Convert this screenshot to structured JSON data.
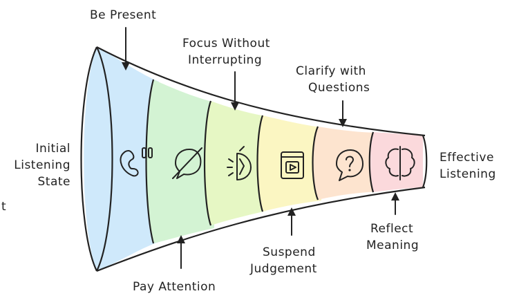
{
  "diagram": {
    "stages": [
      {
        "label": "Be Present",
        "icon": "person-pause-icon",
        "color": "#cfe9fb"
      },
      {
        "label": "Pay Attention",
        "icon": "no-chat-icon",
        "color": "#d3f3d3"
      },
      {
        "label": "Focus Without Interrupting",
        "icon": "lemon-slice-icon",
        "color": "#e6f7c4"
      },
      {
        "label": "Suspend Judgement",
        "icon": "video-book-icon",
        "color": "#fbf6c2"
      },
      {
        "label": "Clarify with Questions",
        "icon": "question-chat-icon",
        "color": "#fde4cf"
      },
      {
        "label": "Reflect Meaning",
        "icon": "brain-split-icon",
        "color": "#fbd9dc"
      }
    ],
    "start_label": [
      "Initial",
      "Listening",
      "State"
    ],
    "end_label": [
      "Effective",
      "Listening"
    ],
    "callouts": {
      "be_present": [
        "Be Present"
      ],
      "focus": [
        "Focus Without",
        "Interrupting"
      ],
      "clarify": [
        "Clarify with",
        "Questions"
      ],
      "pay_attention": [
        "Pay Attention"
      ],
      "suspend": [
        "Suspend",
        "Judgement"
      ],
      "reflect": [
        "Reflect",
        "Meaning"
      ]
    },
    "stray_glyph": "t"
  }
}
